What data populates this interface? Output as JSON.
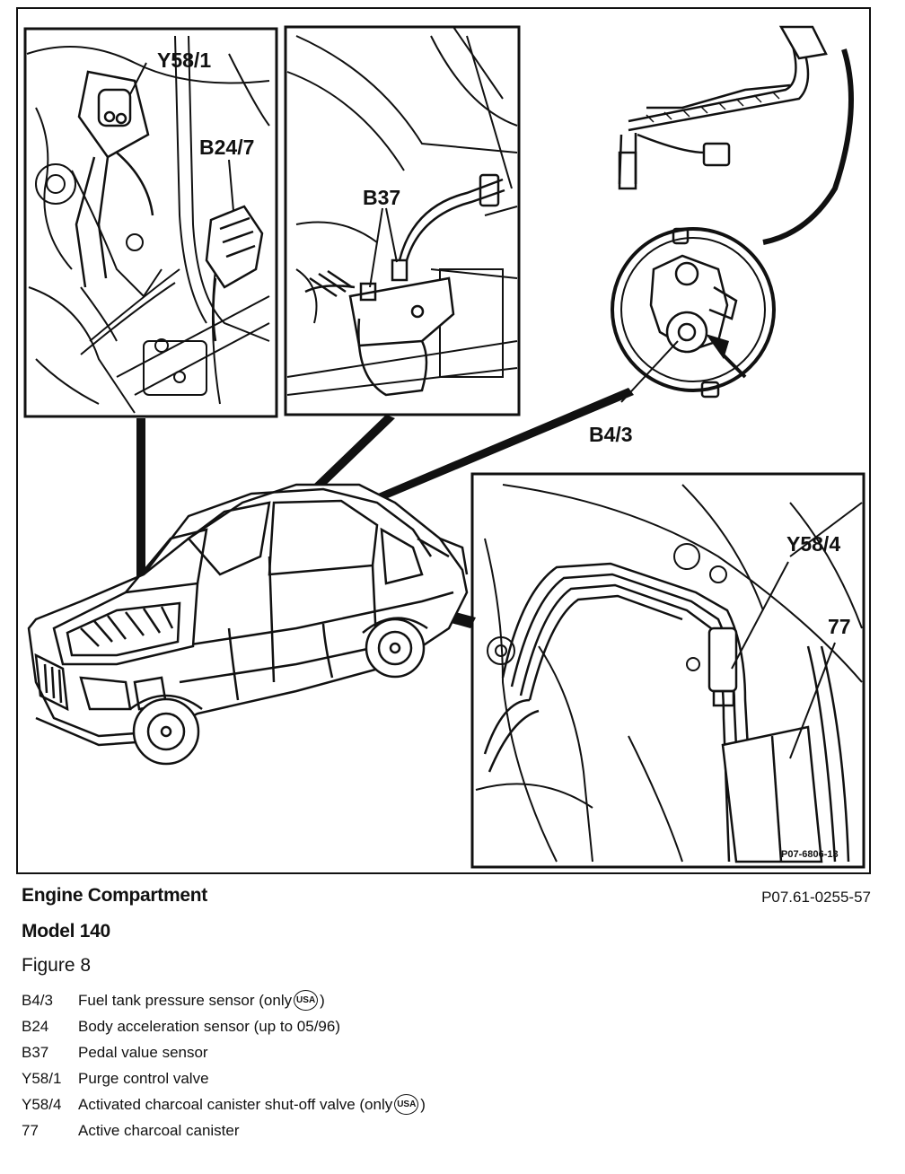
{
  "figure": {
    "callouts": {
      "y58_1": "Y58/1",
      "b24_7": "B24/7",
      "b37": "B37",
      "b4_3": "B4/3",
      "y58_4": "Y58/4",
      "c77": "77"
    },
    "image_ref": "P07-6806-13"
  },
  "caption": {
    "title": "Engine Compartment",
    "model": "Model 140",
    "figure": "Figure 8",
    "doc_ref": "P07.61-0255-57"
  },
  "legend": [
    {
      "code": "B4/3",
      "text": "Fuel tank pressure sensor (only",
      "badge": "USA",
      "suffix": ")"
    },
    {
      "code": "B24",
      "text": "Body acceleration sensor (up to 05/96)"
    },
    {
      "code": "B37",
      "text": "Pedal value sensor"
    },
    {
      "code": "Y58/1",
      "text": "Purge control valve"
    },
    {
      "code": "Y58/4",
      "text": "Activated charcoal canister shut-off valve (only",
      "badge": "USA",
      "suffix": ")"
    },
    {
      "code": "77",
      "text": "Active charcoal canister"
    }
  ]
}
